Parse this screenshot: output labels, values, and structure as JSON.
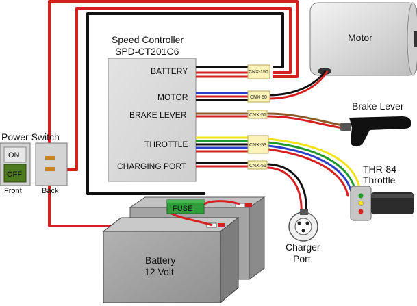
{
  "controller": {
    "title_line1": "Speed Controller",
    "title_line2": "SPD-CT201C6",
    "ports": {
      "battery": "BATTERY",
      "motor": "MOTOR",
      "brake": "BRAKE LEVER",
      "throttle": "THROTTLE",
      "charging": "CHARGING PORT"
    }
  },
  "connectors": {
    "battery": "CNX-150",
    "motor": "CNX-50",
    "brake": "CNX-51",
    "throttle": "CNX-53",
    "charging": "CNX-51"
  },
  "motor": {
    "label": "Motor"
  },
  "brake_lever": {
    "label": "Brake Lever"
  },
  "throttle_part": {
    "line1": "THR-84",
    "line2": "Throttle"
  },
  "charger": {
    "line1": "Charger",
    "line2": "Port"
  },
  "power_switch": {
    "title": "Power Switch",
    "on": "ON",
    "off": "OFF",
    "front": "Front",
    "back": "Back"
  },
  "battery": {
    "line1": "Battery",
    "line2": "12 Volt",
    "fuse": "FUSE"
  },
  "colors": {
    "red": "#d42020",
    "black": "#111111",
    "blue": "#2a3fc8",
    "brown": "#8a5a2b",
    "green": "#1f9a2a",
    "yellow": "#f2e21a",
    "connector": "#fbf3b8",
    "controller": "#d9d9d9",
    "fuse": "#2f9e3a"
  }
}
